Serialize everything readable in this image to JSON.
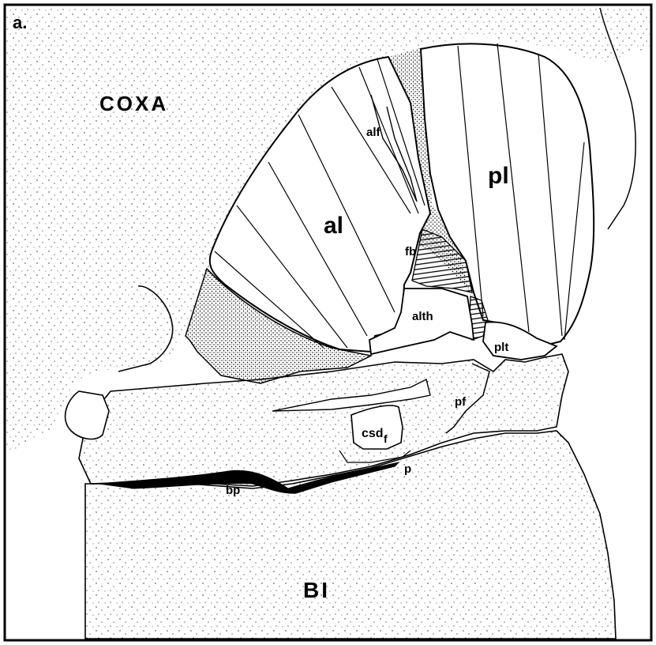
{
  "figure": {
    "panel_label": "a.",
    "labels": {
      "coxa": "COXA",
      "al": "al",
      "pl": "pl",
      "alf": "alf",
      "fb": "fb",
      "alth": "alth",
      "plt": "plt",
      "pf": "pf",
      "csd": "csd",
      "f": "f",
      "p": "p",
      "bp": "bp",
      "bi": "BI"
    }
  }
}
